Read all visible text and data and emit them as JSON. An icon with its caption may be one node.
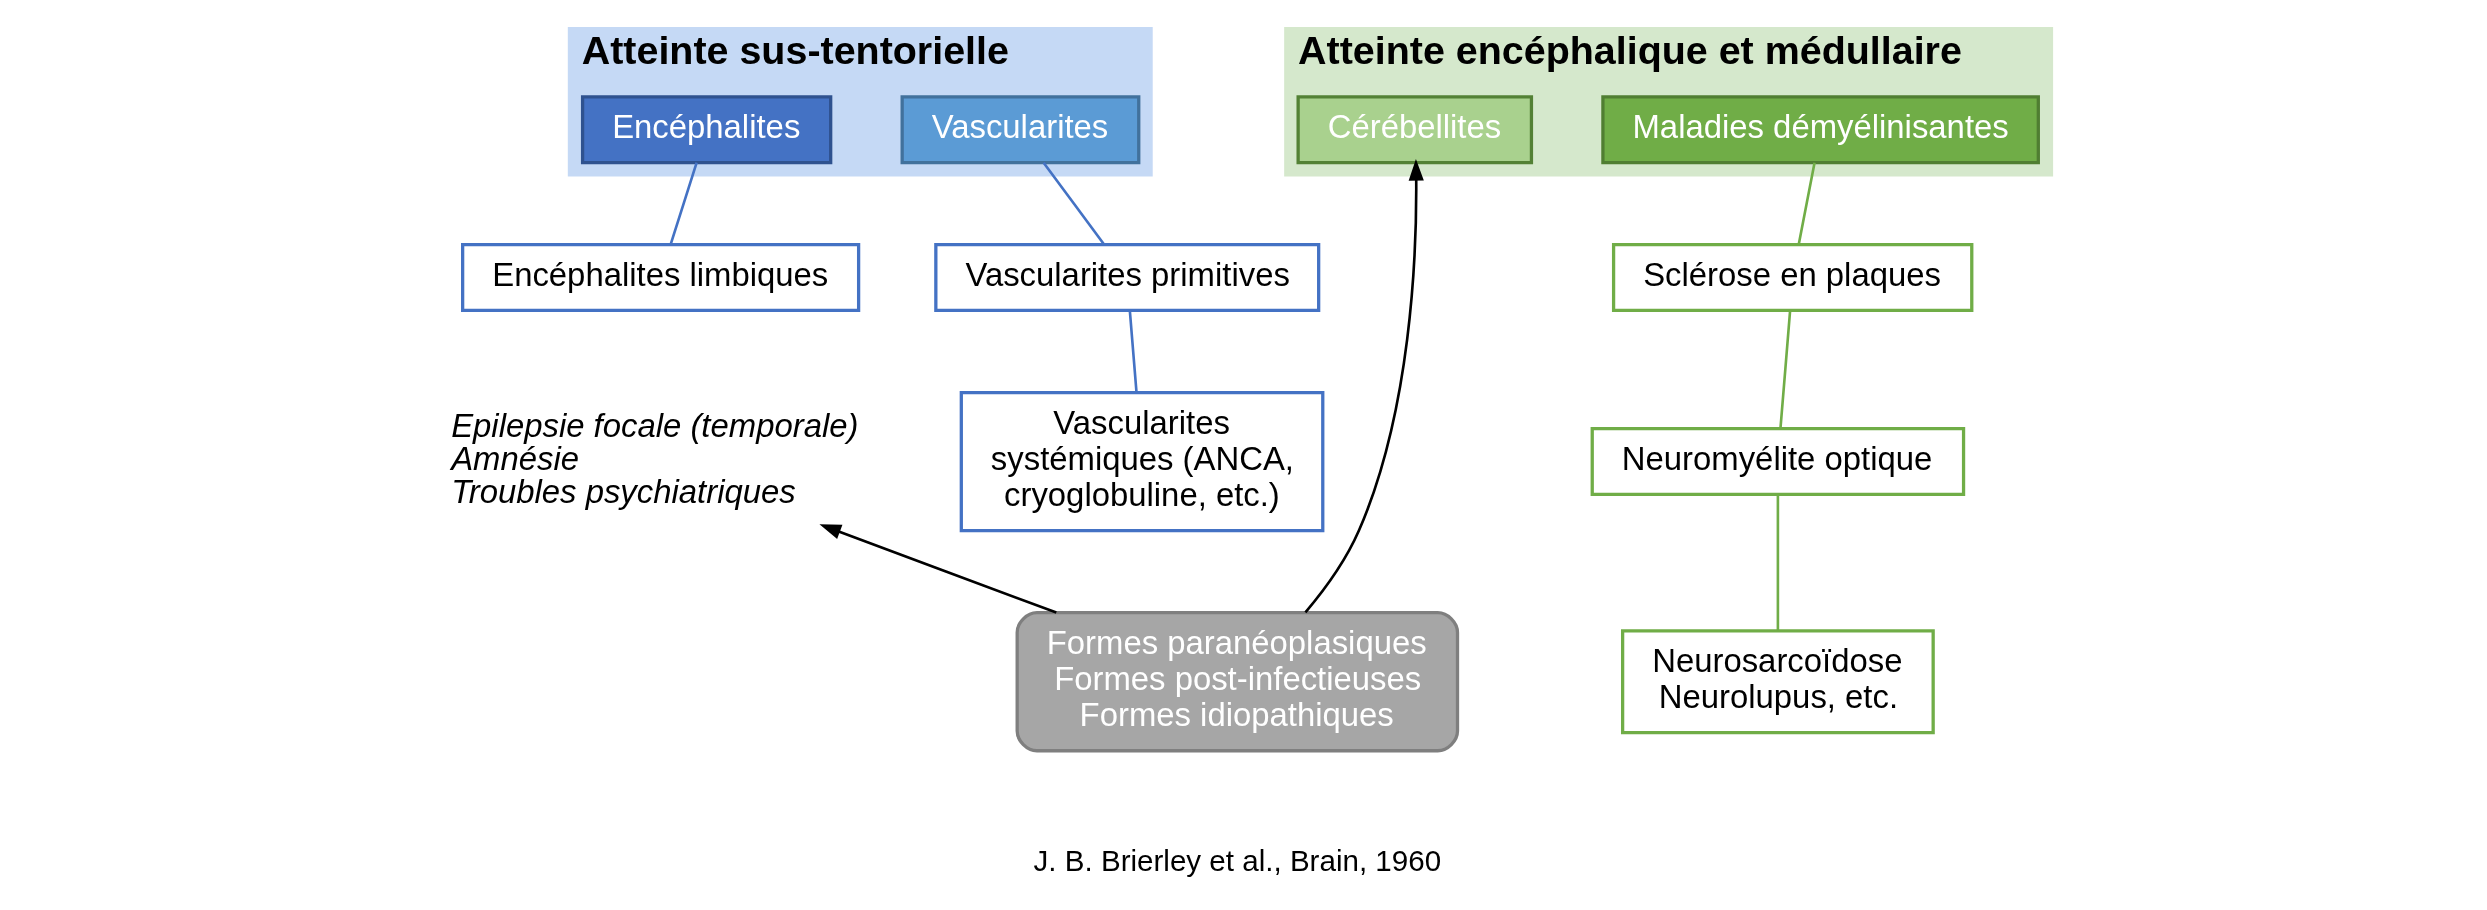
{
  "diagram": {
    "nodes": [
      {
        "text": [
          "Atteinte sus-tentorielle"
        ]
      },
      {
        "text": [
          "Encéphalites"
        ],
        "in": 0
      },
      {
        "text": [
          "Vascularites"
        ],
        "in": 0
      },
      {
        "text": [
          "Atteinte encéphalique et médullaire"
        ]
      },
      {
        "text": [
          "Cérébellites"
        ],
        "in": 3
      },
      {
        "text": [
          "Maladies démyélinisantes"
        ],
        "in": 3
      },
      {
        "text": [
          "Encéphalites limbiques"
        ]
      },
      {
        "text": [
          "Epilepsie focale (temporale)",
          "Amnésie",
          "Troubles psychiatriques"
        ]
      },
      {
        "text": [
          "Vascularites primitives"
        ]
      },
      {
        "text": [
          "Vascularites systémiques (ANCA, cryoglobuline, etc.)"
        ]
      },
      {
        "text": [
          "Sclérose en plaques"
        ]
      },
      {
        "text": [
          "Neuromyélite optique"
        ]
      },
      {
        "text": [
          "Neurosarcoïdose",
          "Neurolupus, etc."
        ]
      },
      {
        "text": [
          "Formes paranéoplasiques",
          "Formes post-infectieuses",
          "Formes idiopathiques"
        ]
      }
    ],
    "edges": [
      {
        "from": 1,
        "to": 6,
        "arrow": "none",
        "color": "#4472c4"
      },
      {
        "from": 2,
        "to": 8,
        "arrow": "none",
        "color": "#4472c4"
      },
      {
        "from": 8,
        "to": 9,
        "arrow": "none",
        "color": "#4472c4"
      },
      {
        "from": 5,
        "to": 10,
        "arrow": "none",
        "color": "#70ad47"
      },
      {
        "from": 10,
        "to": 11,
        "arrow": "none",
        "color": "#70ad47"
      },
      {
        "from": 11,
        "to": 12,
        "arrow": "none",
        "color": "#70ad47"
      },
      {
        "from": 13,
        "to": 7,
        "arrow": "to",
        "color": "#000000"
      },
      {
        "from": 13,
        "to": 4,
        "arrow": "to",
        "color": "#000000"
      }
    ],
    "labels": [
      "J. B. Brierley et al., Brain, 1960"
    ]
  }
}
